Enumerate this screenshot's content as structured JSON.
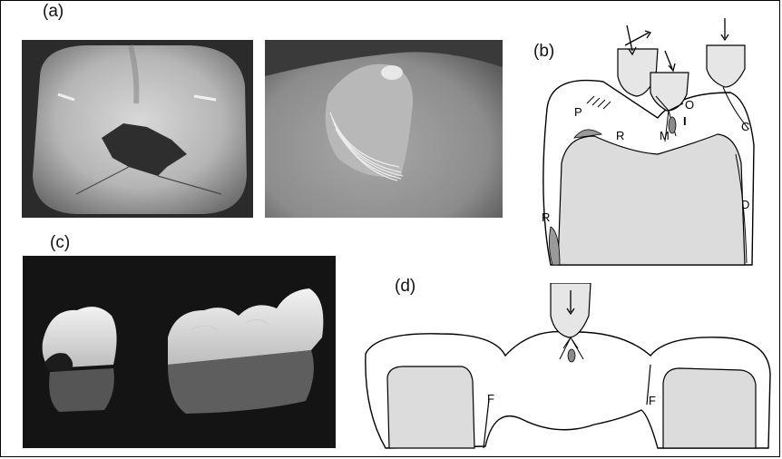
{
  "panels": {
    "a": {
      "label": "(a)"
    },
    "b": {
      "label": "(b)",
      "markers": {
        "P": "P",
        "R_top": "R",
        "R_side": "R",
        "O": "O",
        "I": "I",
        "M": "M",
        "C": "C",
        "D": "D"
      }
    },
    "c": {
      "label": "(c)"
    },
    "d": {
      "label": "(d)",
      "markers": {
        "F_left": "F",
        "F_right": "F"
      }
    }
  }
}
